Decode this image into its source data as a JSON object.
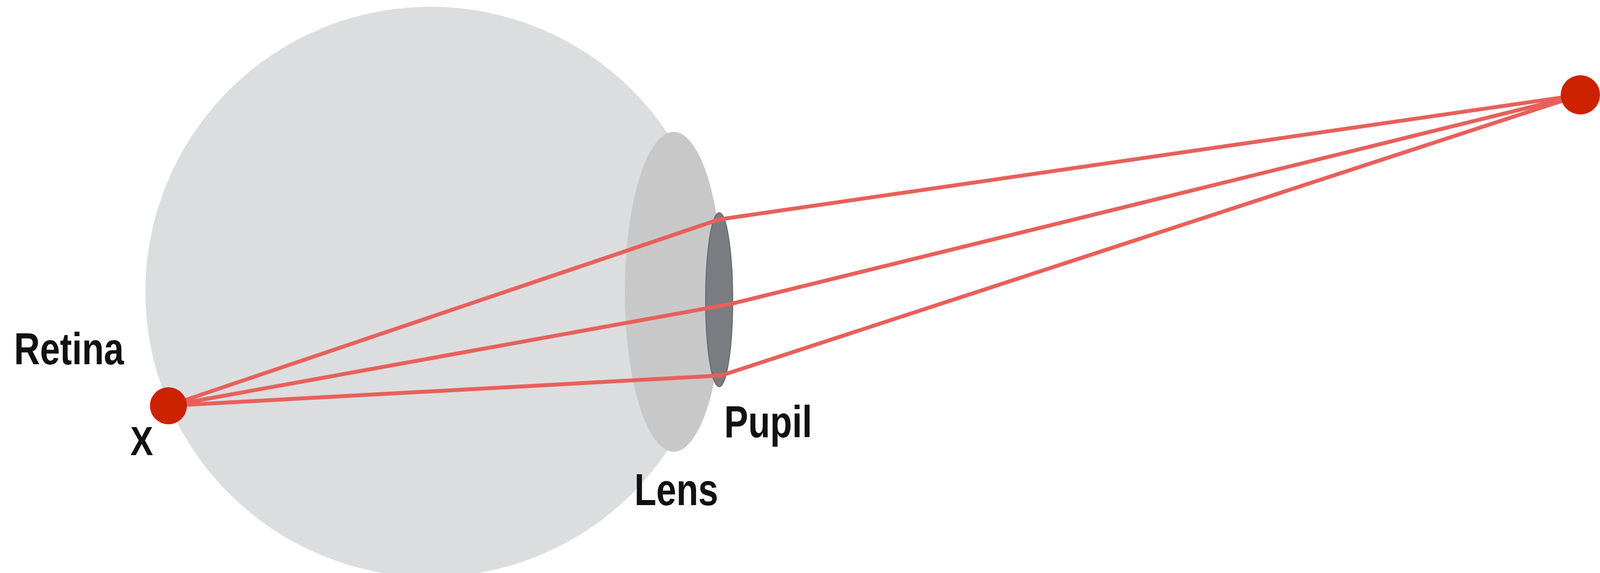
{
  "diagram": {
    "labels": [
      "Retina",
      "X",
      "Pupil",
      "Lens"
    ]
  }
}
